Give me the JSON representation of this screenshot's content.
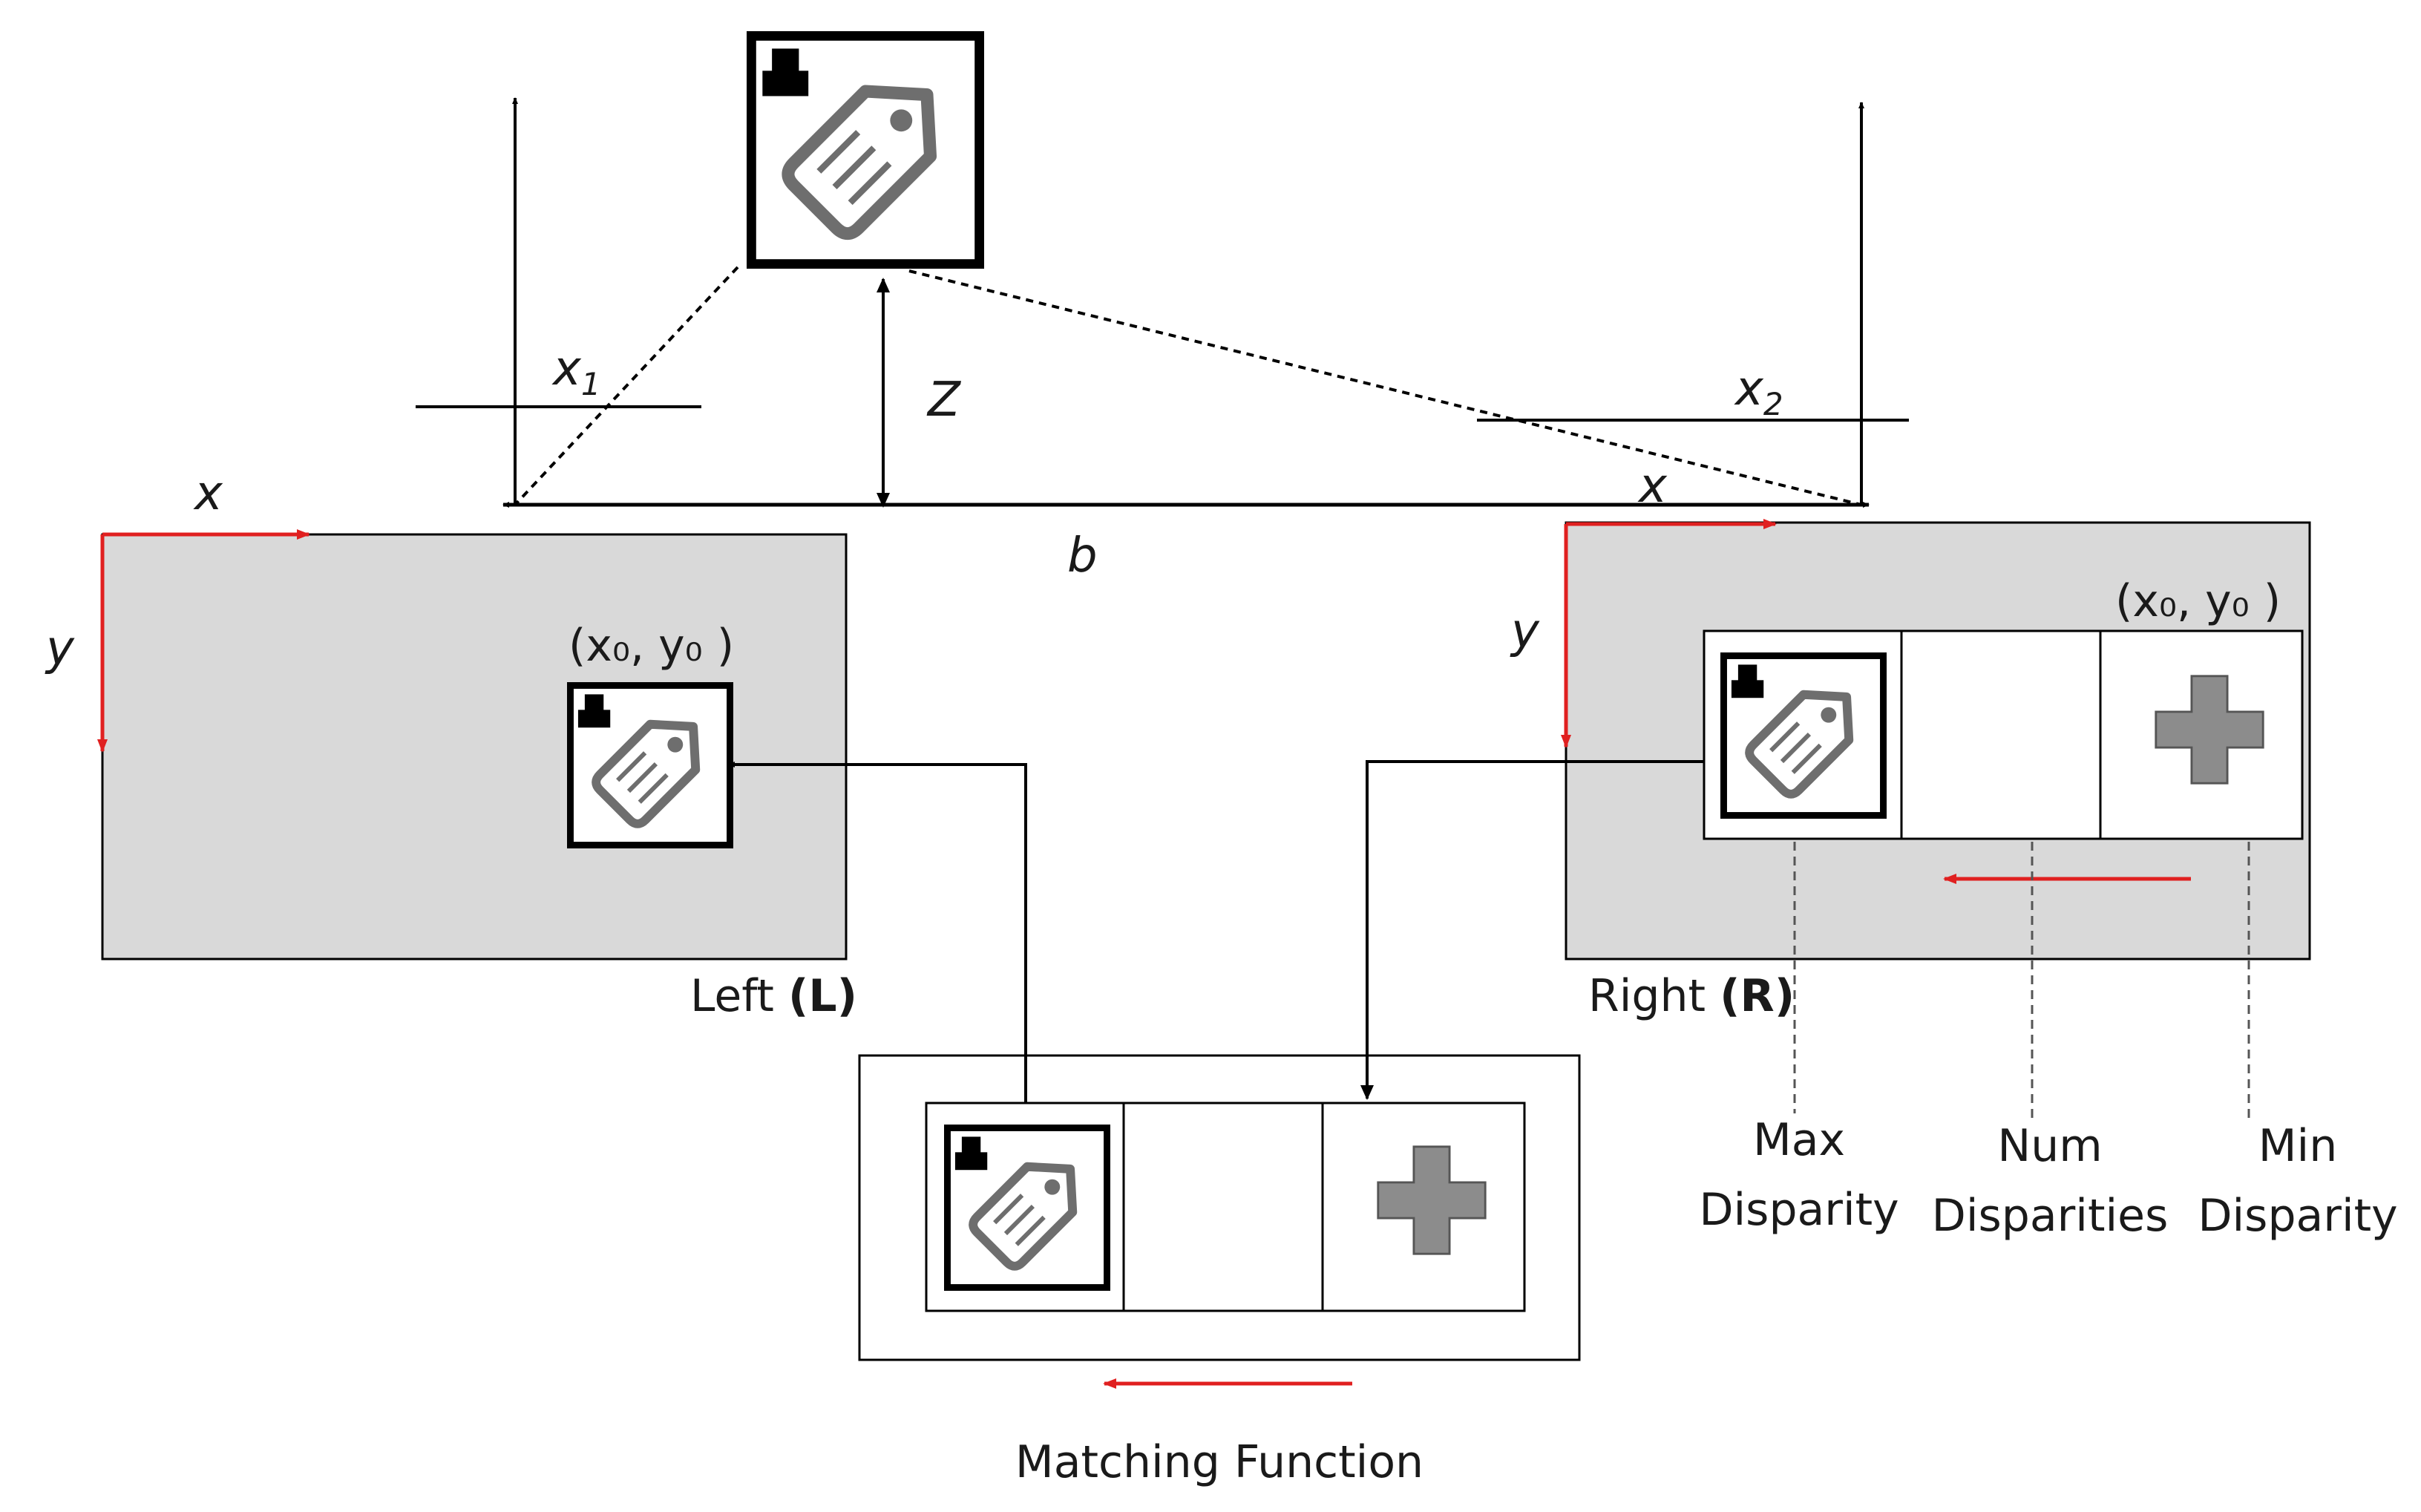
{
  "labels": {
    "x1_main": "x",
    "x1_sub": "1",
    "x2_main": "x",
    "x2_sub": "2",
    "z": "Z",
    "b": "b",
    "x_left": "x",
    "y_left": "y",
    "x_right": "x",
    "y_right": "y",
    "coord_left": "(x₀, y₀ )",
    "coord_right": "(x₀, y₀ )",
    "left_text": "Left",
    "left_bold": "(L)",
    "right_text": "Right",
    "right_bold": "(R)",
    "max_disparity_line1": "Max",
    "max_disparity_line2": "Disparity",
    "num_disparities_line1": "Num",
    "num_disparities_line2": "Disparities",
    "min_disparity_line1": "Min",
    "min_disparity_line2": "Disparity",
    "matching_function": "Matching Function"
  },
  "icons": {
    "object": "price-tag-with-person-icon",
    "cross": "plus-cross-icon"
  },
  "colors": {
    "panel_fill": "#d9d9d9",
    "axis_red": "#e02020",
    "icon_gray": "#6e6e6e",
    "cross_gray": "#8c8c8c",
    "stroke": "#000000"
  }
}
